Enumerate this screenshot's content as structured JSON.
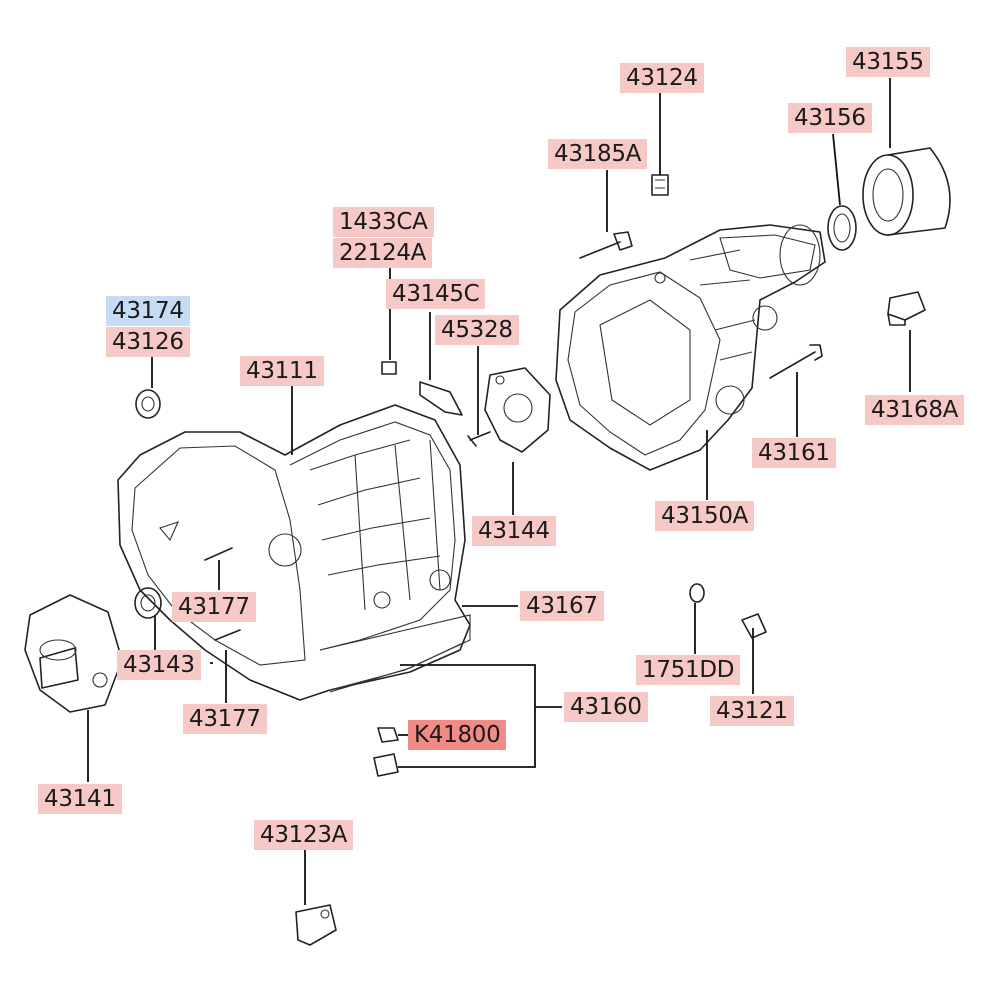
{
  "labels": {
    "l43124": "43124",
    "l43155": "43155",
    "l43156": "43156",
    "l43185A": "43185A",
    "l1433CA": "1433CA",
    "l22124A": "22124A",
    "l43145C": "43145C",
    "l45328": "45328",
    "l43174": "43174",
    "l43126": "43126",
    "l43111": "43111",
    "l43168A": "43168A",
    "l43161": "43161",
    "l43144": "43144",
    "l43150A": "43150A",
    "l43177a": "43177",
    "l43167": "43167",
    "l43143": "43143",
    "l1751DD": "1751DD",
    "l43121": "43121",
    "l43160": "43160",
    "l43177b": "43177",
    "lK41800": "K41800",
    "l43141": "43141",
    "l43123A": "43123A"
  },
  "colors": {
    "label_default": "#f7c9c6",
    "label_selected": "#c5dcf4",
    "label_highlighted": "#f08b85",
    "line": "#111111"
  }
}
